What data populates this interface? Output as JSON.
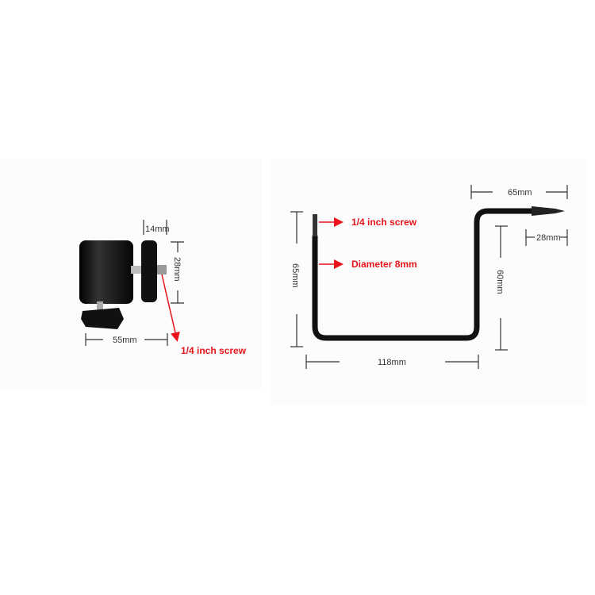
{
  "ball_head": {
    "labels": {
      "thickness": "14mm",
      "disc_diameter": "28mm",
      "length": "55mm",
      "screw": "1/4 inch screw"
    }
  },
  "hook": {
    "labels": {
      "screw": "1/4 inch screw",
      "diameter": "Diameter 8mm",
      "left_height": "65mm",
      "width": "118mm",
      "right_height": "60mm",
      "top_arm": "65mm",
      "wood_screw": "28mm"
    }
  },
  "colors": {
    "annotation": "#e8141a",
    "metal": "#111111",
    "dimension": "#333333"
  }
}
